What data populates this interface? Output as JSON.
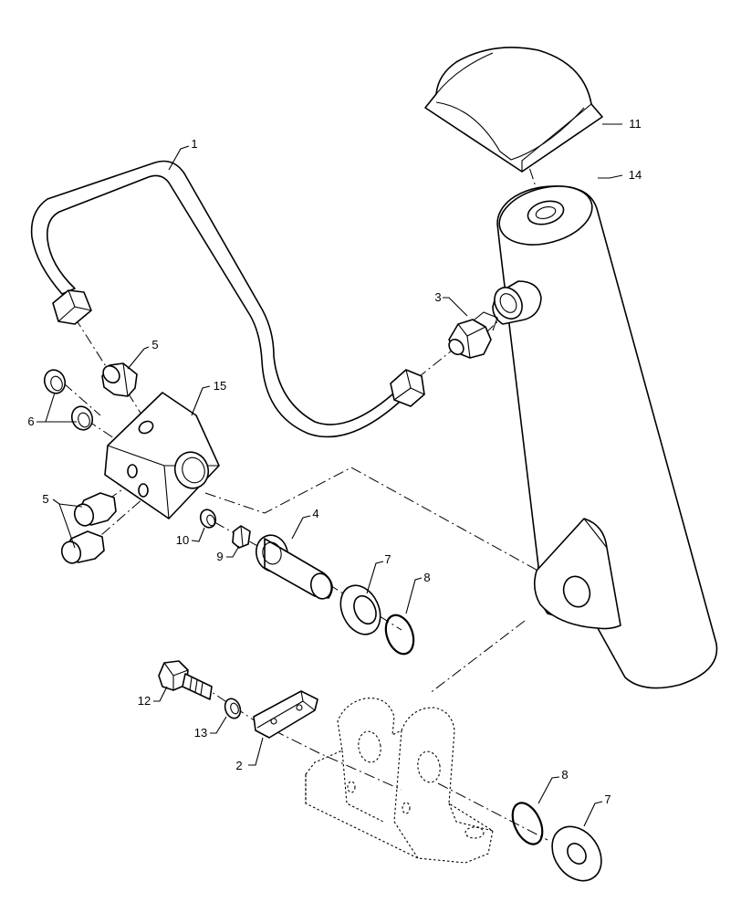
{
  "diagram": {
    "callouts": [
      {
        "id": "c1",
        "label": "1"
      },
      {
        "id": "c2",
        "label": "2"
      },
      {
        "id": "c3",
        "label": "3"
      },
      {
        "id": "c4",
        "label": "4"
      },
      {
        "id": "c5a",
        "label": "5"
      },
      {
        "id": "c5b",
        "label": "5"
      },
      {
        "id": "c6",
        "label": "6"
      },
      {
        "id": "c7a",
        "label": "7"
      },
      {
        "id": "c7b",
        "label": "7"
      },
      {
        "id": "c8a",
        "label": "8"
      },
      {
        "id": "c8b",
        "label": "8"
      },
      {
        "id": "c9",
        "label": "9"
      },
      {
        "id": "c10",
        "label": "10"
      },
      {
        "id": "c11",
        "label": "11"
      },
      {
        "id": "c12",
        "label": "12"
      },
      {
        "id": "c13",
        "label": "13"
      },
      {
        "id": "c14",
        "label": "14"
      },
      {
        "id": "c15",
        "label": "15"
      }
    ]
  }
}
